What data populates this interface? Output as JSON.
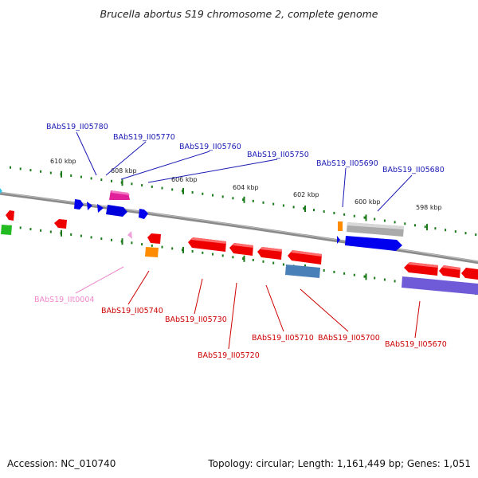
{
  "title": "Brucella abortus S19 chromosome 2, complete genome",
  "footer": {
    "accession": "Accession: NC_010740",
    "info": "Topology: circular; Length: 1,161,449 bp; Genes: 1,051"
  },
  "colors": {
    "top_label": "#1a1ab4",
    "bottom_label": "#cc0000",
    "pink_label": "#ee88cc",
    "tick": "#1a7a1a"
  },
  "scale_labels": [
    "610 kbp",
    "608 kbp",
    "606 kbp",
    "604 kbp",
    "602 kbp",
    "600 kbp",
    "598 kbp"
  ],
  "top_labels": [
    "BAbS19_II05780",
    "BAbS19_II05770",
    "BAbS19_II05760",
    "BAbS19_II05750",
    "BAbS19_II05690",
    "BAbS19_II05680"
  ],
  "bottom_labels": [
    "BAbS19_IIt0004",
    "BAbS19_II05740",
    "BAbS19_II05730",
    "BAbS19_II05720",
    "BAbS19_II05710",
    "BAbS19_II05700",
    "BAbS19_II05670"
  ]
}
